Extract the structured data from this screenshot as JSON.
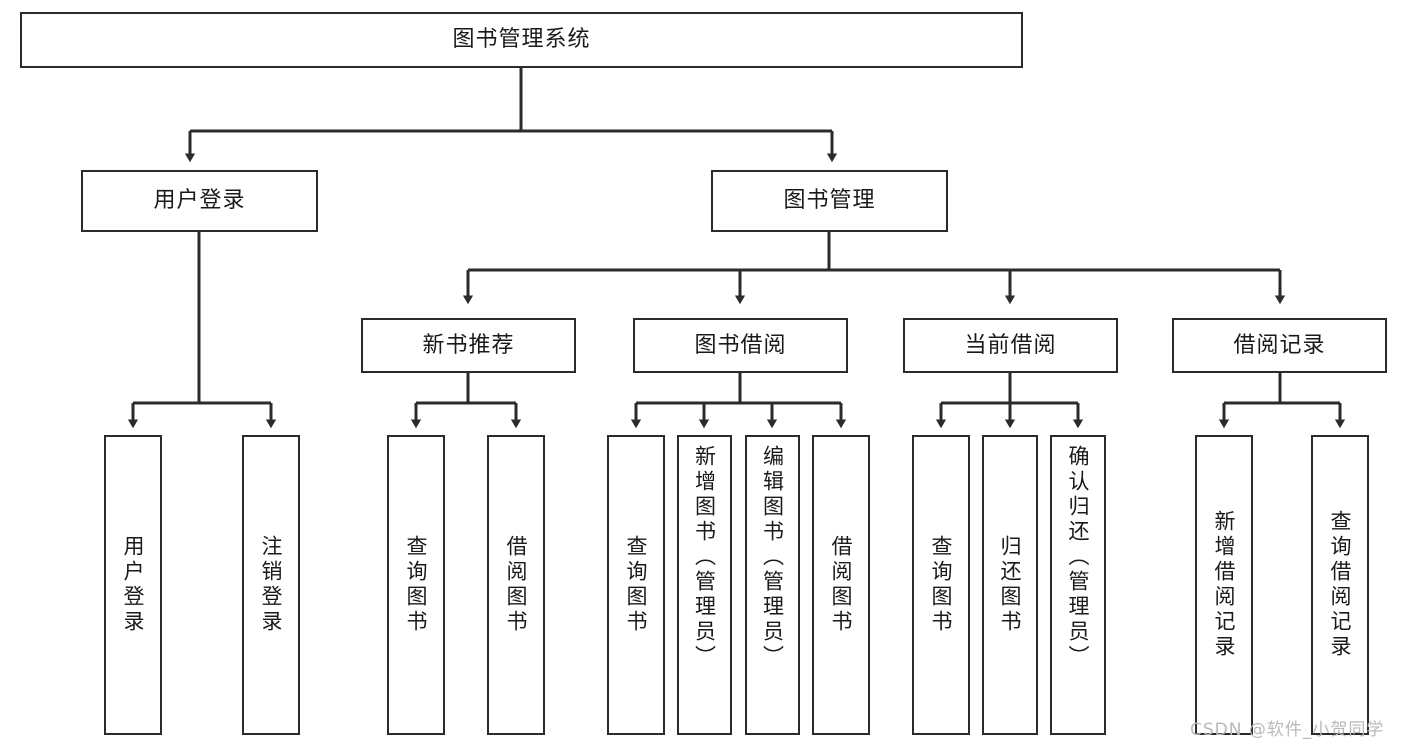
{
  "diagram": {
    "type": "tree-hierarchy-chart",
    "title": "图书管理系统",
    "orientation": "top-down",
    "line_color": "#2b2b2b",
    "box_fill": "#ffffff",
    "levels": 4
  },
  "nodes": {
    "root": {
      "label": "图书管理系统"
    },
    "level1": [
      {
        "label": "用户登录"
      },
      {
        "label": "图书管理"
      }
    ],
    "level2": [
      {
        "label": "新书推荐"
      },
      {
        "label": "图书借阅"
      },
      {
        "label": "当前借阅"
      },
      {
        "label": "借阅记录"
      }
    ],
    "leaves": [
      {
        "label": "用户登录",
        "parent": "用户登录"
      },
      {
        "label": "注销登录",
        "parent": "用户登录"
      },
      {
        "label": "查询图书",
        "parent": "新书推荐"
      },
      {
        "label": "借阅图书",
        "parent": "新书推荐"
      },
      {
        "label": "查询图书",
        "parent": "图书借阅"
      },
      {
        "label": "新增图书（管理员）",
        "parent": "图书借阅"
      },
      {
        "label": "编辑图书（管理员）",
        "parent": "图书借阅"
      },
      {
        "label": "借阅图书",
        "parent": "图书借阅"
      },
      {
        "label": "查询图书",
        "parent": "当前借阅"
      },
      {
        "label": "归还图书",
        "parent": "当前借阅"
      },
      {
        "label": "确认归还（管理员）",
        "parent": "当前借阅"
      },
      {
        "label": "新增借阅记录",
        "parent": "借阅记录"
      },
      {
        "label": "查询借阅记录",
        "parent": "借阅记录"
      }
    ]
  },
  "watermark": {
    "text": "CSDN @软件_小贺同学",
    "color": "#b9b9b9"
  }
}
